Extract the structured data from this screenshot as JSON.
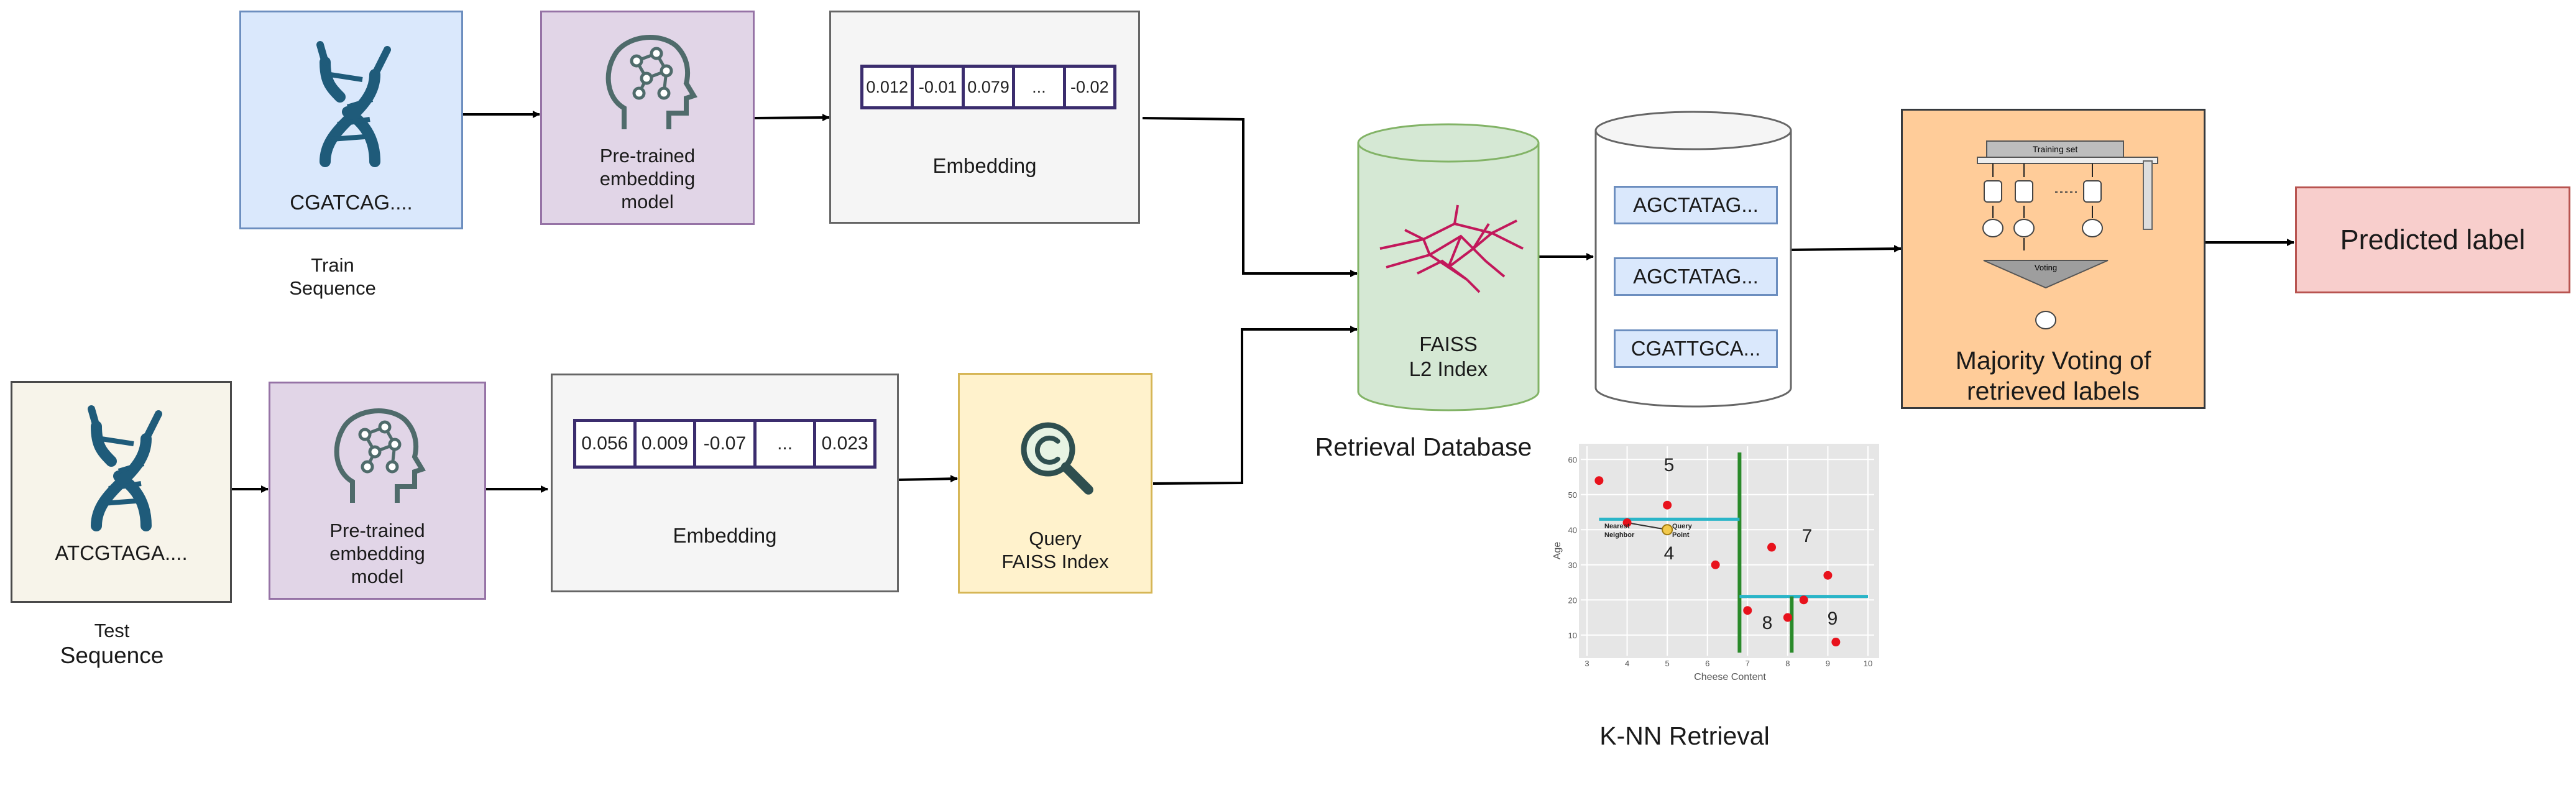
{
  "train": {
    "sequence": "CGATCAG....",
    "caption_line1": "Train",
    "caption_line2": "Sequence",
    "model_line1": "Pre-trained",
    "model_line2": "embedding",
    "model_line3": "model",
    "embedding_values": [
      "0.012",
      "-0.01",
      "0.079",
      "...",
      "-0.02"
    ],
    "embedding_label": "Embedding"
  },
  "test": {
    "sequence": "ATCGTAGA....",
    "caption_line1": "Test",
    "caption_line2": "Sequence",
    "model_line1": "Pre-trained",
    "model_line2": "embedding",
    "model_line3": "model",
    "embedding_values": [
      "0.056",
      "0.009",
      "-0.07",
      "...",
      "0.023"
    ],
    "embedding_label": "Embedding",
    "query_line1": "Query",
    "query_line2": "FAISS Index"
  },
  "faiss": {
    "line1": "FAISS",
    "line2": "L2 Index",
    "caption": "Retrieval Database"
  },
  "retrieved": [
    "AGCTATAG...",
    "AGCTATAG...",
    "CGATTGCA..."
  ],
  "voting": {
    "line1": "Majority Voting of",
    "line2": "retrieved labels",
    "inset_header": "Training set",
    "inset_vote": "Voting"
  },
  "predicted": "Predicted label",
  "knn": {
    "caption": "K-NN Retrieval",
    "xlabel": "Cheese Content",
    "ylabel": "Age",
    "x_ticks": [
      "3",
      "4",
      "5",
      "6",
      "7",
      "8",
      "9",
      "10"
    ],
    "y_ticks": [
      "10",
      "20",
      "30",
      "40",
      "50",
      "60"
    ],
    "regions": [
      "5",
      "4",
      "7",
      "8",
      "9"
    ],
    "nearest_label_1": "Nearest",
    "nearest_label_2": "Neighbor",
    "query_label_1": "Query",
    "query_label_2": "Point",
    "points": [
      [
        3.3,
        54
      ],
      [
        5.0,
        47
      ],
      [
        4.0,
        42
      ],
      [
        6.2,
        30
      ],
      [
        7.6,
        35
      ],
      [
        7.0,
        17
      ],
      [
        8.0,
        15
      ],
      [
        8.4,
        20
      ],
      [
        9.0,
        27
      ],
      [
        9.2,
        8
      ]
    ],
    "query_point": [
      5.0,
      40
    ],
    "point_color": "#e8121c",
    "query_color": "#f2c94c",
    "split_color": "#2a8a2a",
    "split2_color": "#2ab5c8"
  }
}
